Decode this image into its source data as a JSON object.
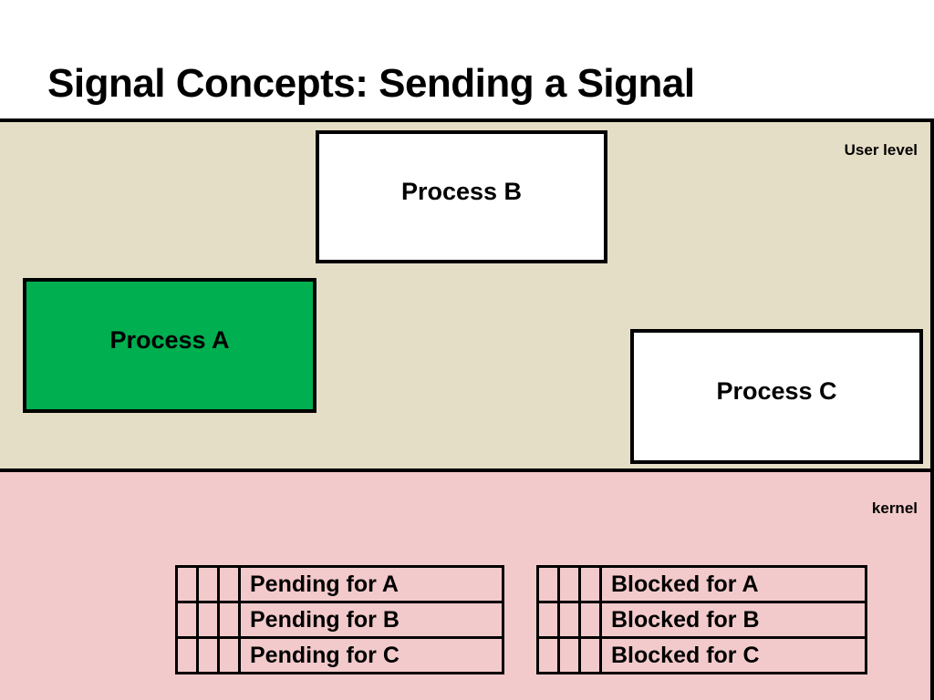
{
  "slide": {
    "title": "Signal Concepts: Sending a Signal"
  },
  "bands": {
    "user_level": {
      "label": "User level",
      "bg_color": "#E5DEC6"
    },
    "kernel": {
      "label": "kernel",
      "bg_color": "#F3CACB"
    }
  },
  "processes": [
    {
      "id": "a",
      "label": "Process A",
      "fill_color": "#00AF50",
      "border_color": "#000000"
    },
    {
      "id": "b",
      "label": "Process B",
      "fill_color": "#FFFFFF",
      "border_color": "#000000"
    },
    {
      "id": "c",
      "label": "Process C",
      "fill_color": "#FFFFFF",
      "border_color": "#000000"
    }
  ],
  "tables": {
    "pending": {
      "name": "pending-signals-table",
      "bit_cells_per_row": 3,
      "rows": [
        {
          "label": "Pending for A",
          "bits": [
            "",
            "",
            ""
          ]
        },
        {
          "label": "Pending for B",
          "bits": [
            "",
            "",
            ""
          ]
        },
        {
          "label": "Pending for C",
          "bits": [
            "",
            "",
            ""
          ]
        }
      ]
    },
    "blocked": {
      "name": "blocked-signals-table",
      "bit_cells_per_row": 3,
      "rows": [
        {
          "label": "Blocked for A",
          "bits": [
            "",
            "",
            ""
          ]
        },
        {
          "label": "Blocked for B",
          "bits": [
            "",
            "",
            ""
          ]
        },
        {
          "label": "Blocked for C",
          "bits": [
            "",
            "",
            ""
          ]
        }
      ]
    }
  }
}
